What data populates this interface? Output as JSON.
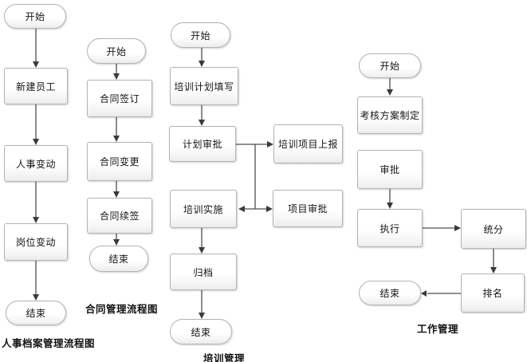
{
  "diagram": {
    "type": "flowcharts",
    "colors": {
      "background": "#ffffff",
      "node_border": "#b3b3b3",
      "node_fill_top": "#ffffff",
      "node_fill_bottom": "#ececec",
      "connector_line": "#4d4d4d",
      "arrowhead": "#3a3a3a",
      "text": "#141414"
    }
  },
  "charts": [
    {
      "caption": "人事档案管理流程图",
      "nodes": [
        {
          "type": "terminator",
          "label": "开始"
        },
        {
          "type": "process",
          "label": "新建员工"
        },
        {
          "type": "process",
          "label": "人事变动"
        },
        {
          "type": "process",
          "label": "岗位变动"
        },
        {
          "type": "terminator",
          "label": "结束"
        }
      ],
      "edges": [
        "开始 → 新建员工",
        "新建员工 → 人事变动",
        "人事变动 → 岗位变动",
        "岗位变动 → 结束"
      ]
    },
    {
      "caption": "合同管理流程图",
      "nodes": [
        {
          "type": "terminator",
          "label": "开始"
        },
        {
          "type": "process",
          "label": "合同签订"
        },
        {
          "type": "process",
          "label": "合同变更"
        },
        {
          "type": "process",
          "label": "合同续签"
        },
        {
          "type": "terminator",
          "label": "结束"
        }
      ],
      "edges": [
        "开始 → 合同签订",
        "合同签订 → 合同变更",
        "合同变更 → 合同续签",
        "合同续签 → 结束"
      ]
    },
    {
      "caption": "培训管理",
      "nodes": [
        {
          "type": "terminator",
          "label": "开始"
        },
        {
          "type": "process",
          "label": "培训计划填写"
        },
        {
          "type": "process",
          "label": "计划审批"
        },
        {
          "type": "process",
          "label": "培训实施"
        },
        {
          "type": "process",
          "label": "归档"
        },
        {
          "type": "terminator",
          "label": "结束"
        },
        {
          "type": "process",
          "label": "培训项目上报"
        },
        {
          "type": "process",
          "label": "项目审批"
        }
      ],
      "edges": [
        "开始 → 培训计划填写",
        "培训计划填写 → 计划审批",
        "计划审批 → 培训项目上报",
        "连接线 → 培训实施",
        "连接线 → 项目审批",
        "培训实施 → 归档",
        "归档 → 结束"
      ]
    },
    {
      "caption": "工作管理",
      "nodes": [
        {
          "type": "terminator",
          "label": "开始"
        },
        {
          "type": "process",
          "label": "考核方案制定"
        },
        {
          "type": "process",
          "label": "审批"
        },
        {
          "type": "process",
          "label": "执行"
        },
        {
          "type": "process",
          "label": "统分"
        },
        {
          "type": "process",
          "label": "排名"
        },
        {
          "type": "terminator",
          "label": "结束"
        }
      ],
      "edges": [
        "开始 → 考核方案制定",
        "审批 → 执行",
        "执行 → 统分",
        "统分 → 排名",
        "排名 → 结束"
      ]
    }
  ]
}
